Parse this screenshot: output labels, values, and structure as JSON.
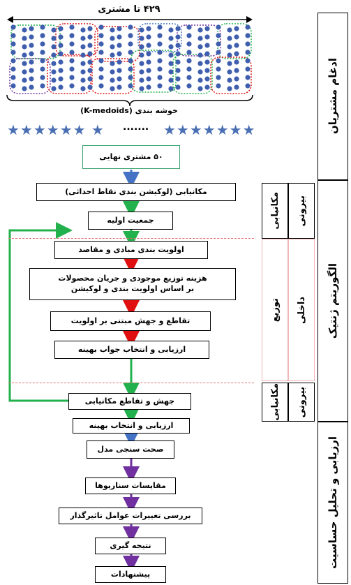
{
  "top": {
    "customer_count": "۴۲۹ تا مشتری",
    "clustering_label": "خوشه بندی (K-medoids)",
    "ellipsis": "......."
  },
  "steps": {
    "final_customers": "۵۰ مشتری نهایی",
    "location": "مکانیابی (لوکیشن بندی نقاط احداثی)",
    "initial_population": "جمعیت اولیه",
    "prioritize": "اولویت بندی مبادی و مقاصد",
    "cost_line1": "هزینه توزیع موجودی و جریان محصولات",
    "cost_line2": "بر اساس اولویت بندی و لوکیشن",
    "crossover_priority": "تقاطع و جهش مبتنی بر اولویت",
    "evaluate_best": "ارزیابی و انتخاب جواب بهینه",
    "mutation_location": "جهش و تقاطع مکانیابی",
    "evaluate_optimal": "ارزیابی و انتخاب بهینه",
    "validation": "صحت سنجی مدل",
    "scenarios": "مقایسات سناریوها",
    "factor_changes": "بررسی تغییرات عوامل تاثیرگذار",
    "conclusion": "نتیجه گیری",
    "suggestions": "پیشنهادات"
  },
  "side": {
    "customer_integration": "ادغام مشتریان",
    "genetic_algorithm": "الگوریتم ژنتیک",
    "sensitivity_analysis": "ارزیابی و تحلیل حساسیت",
    "outer1": "بیرونی",
    "locating1": "مکانیابی",
    "inner": "داخلی",
    "distribution": "توزیع",
    "outer2": "بیرونی",
    "locating2": "مکانیابی"
  },
  "colors": {
    "blue_arrow": "#4472c4",
    "green": "#22b14c",
    "red": "#e01010",
    "purple": "#7030a0",
    "pink_box": "#f4b6b6",
    "dot": "#3f5fae"
  }
}
